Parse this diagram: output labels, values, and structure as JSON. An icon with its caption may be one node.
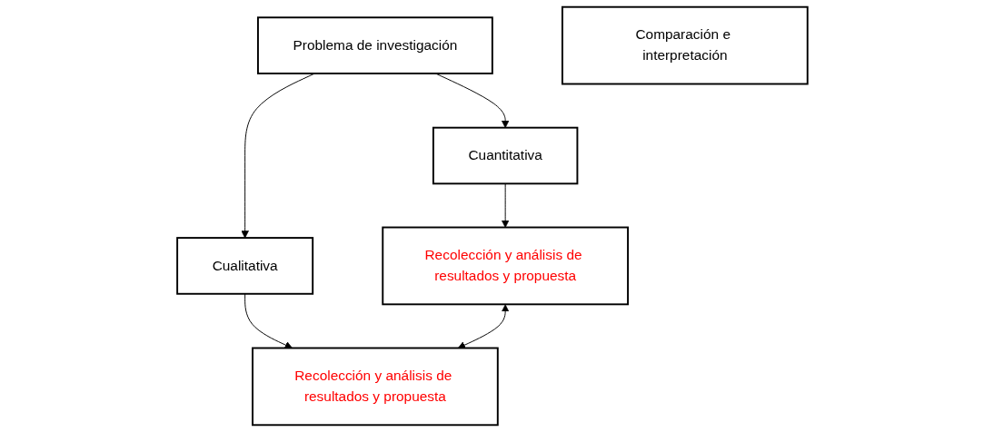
{
  "diagram": {
    "nodes": [
      {
        "text": [
          "Problema de investigación"
        ]
      },
      {
        "text": [
          "Cuantitativa"
        ]
      },
      {
        "text": [
          "Cualitativa"
        ]
      },
      {
        "text": [
          "Recolección y análisis de resultados y propuesta"
        ]
      },
      {
        "text": [
          "Recolección y análisis de resultados y propuesta"
        ]
      },
      {
        "text": [
          "Comparación e interpretación"
        ]
      }
    ],
    "edges": [
      {
        "from": 0,
        "to": 1,
        "arrow": "to"
      },
      {
        "from": 0,
        "to": 2,
        "arrow": "to"
      },
      {
        "from": 1,
        "to": 3,
        "arrow": "to"
      },
      {
        "from": 2,
        "to": 4,
        "arrow": "to"
      },
      {
        "from": 3,
        "to": 4,
        "arrow": "both"
      }
    ]
  }
}
